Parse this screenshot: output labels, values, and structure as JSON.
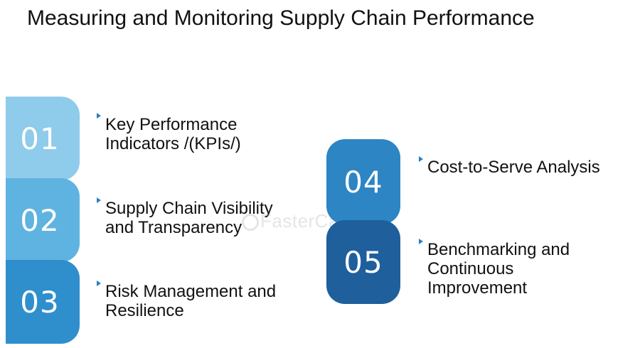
{
  "title": "Measuring and Monitoring Supply Chain Performance",
  "items": [
    {
      "number": "01",
      "label": "Key Performance\nIndicators /(KPIs/)",
      "color": "#8fcbea"
    },
    {
      "number": "02",
      "label": "Supply Chain Visibility\nand Transparency",
      "color": "#5fb3e0"
    },
    {
      "number": "03",
      "label": "Risk Management and\nResilience",
      "color": "#2f8fcc"
    },
    {
      "number": "04",
      "label": "Cost-to-Serve Analysis",
      "color": "#2d85c3"
    },
    {
      "number": "05",
      "label": "Benchmarking and\nContinuous\nImprovement",
      "color": "#1e5f9c"
    }
  ],
  "watermark": "FasterCapital",
  "bullet_icon": "triangle-right-icon"
}
